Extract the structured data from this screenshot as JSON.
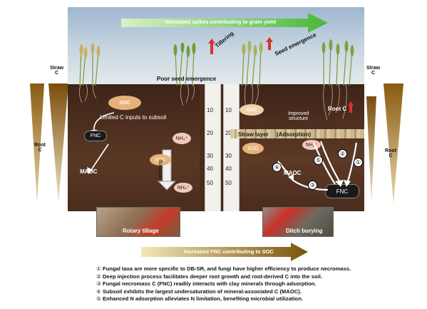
{
  "top_arrow_label": "Increased spikes contributing to grain yield",
  "tillering": "Tillering",
  "seed_emergence": "Seed emergence",
  "poor_seed_emergence": "Poor seed emergence",
  "straw_c_left": "Straw\nC",
  "root_c_left": "Root\nC",
  "straw_c_right": "Straw\nC",
  "root_c_right": "Root\nC",
  "soc": "SOC",
  "limited_c": "Limited C inputs  to subsoil",
  "fnc": "FNC",
  "maoc": "MAOC",
  "nh4": "NH₄⁺",
  "leaching": "leaching",
  "improved_structure": "Improved\nstructure",
  "root_c_label": "Root C",
  "straw_layer": "Straw layer",
  "adsorption": "(Adsorption)",
  "ruler_ticks": [
    "10",
    "20",
    "30",
    "40",
    "50"
  ],
  "rotary_tillage": "Rotary tillage",
  "ditch_burying": "Ditch burying",
  "bottom_arrow_label": "Increased FNC contributing to SOC",
  "notes": [
    {
      "num": "①",
      "text": "Fungal taxa are more specific to DB-SR, and fungi have higher efficiency to produce necromass."
    },
    {
      "num": "②",
      "text": "Deep injection process facilitates deeper root growth and root-derived C into the soil."
    },
    {
      "num": "③",
      "text": "Fungal necromass C (FNC) readily interacts with clay minerals through adsorption."
    },
    {
      "num": "④",
      "text": "Subsoil exhibits the largest undersaturation of mineral-associated C (MAOC)."
    },
    {
      "num": "⑤",
      "text": "Enhanced N adsorption alleviates N limitation, benefiting microbial utilization."
    }
  ],
  "colors": {
    "arrow_green": "#7fd04a",
    "arrow_gold": "#c9a33a",
    "soil": "#4a2c1d",
    "red": "#d8322b"
  }
}
